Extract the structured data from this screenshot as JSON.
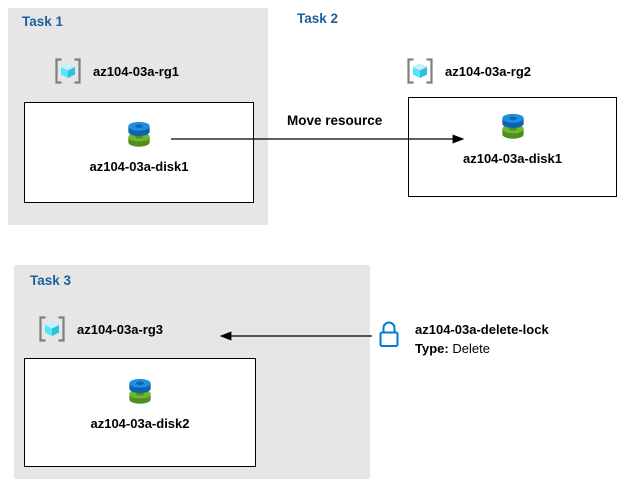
{
  "colors": {
    "task_label_blue": "#1E5F9E",
    "panel_background": "#E7E6E6",
    "box_border": "#000000",
    "arrow": "#000000",
    "lock_blue": "#0078D4",
    "disk_blue": "#1F8EE0",
    "disk_green": "#6CB82E",
    "bracket_gray": "#7F7F7F"
  },
  "icons": {
    "resource_group": "resource-group-icon",
    "disk": "disk-icon",
    "lock": "lock-icon"
  },
  "tasks": {
    "task1": {
      "label": "Task 1",
      "resource_group": "az104-03a-rg1",
      "disk": "az104-03a-disk1"
    },
    "task2": {
      "label": "Task 2",
      "resource_group": "az104-03a-rg2",
      "disk": "az104-03a-disk1"
    },
    "task3": {
      "label": "Task 3",
      "resource_group": "az104-03a-rg3",
      "disk": "az104-03a-disk2"
    }
  },
  "move_arrow": {
    "label": "Move resource"
  },
  "lock": {
    "name": "az104-03a-delete-lock",
    "type_label": "Type:",
    "type_value": "Delete"
  }
}
